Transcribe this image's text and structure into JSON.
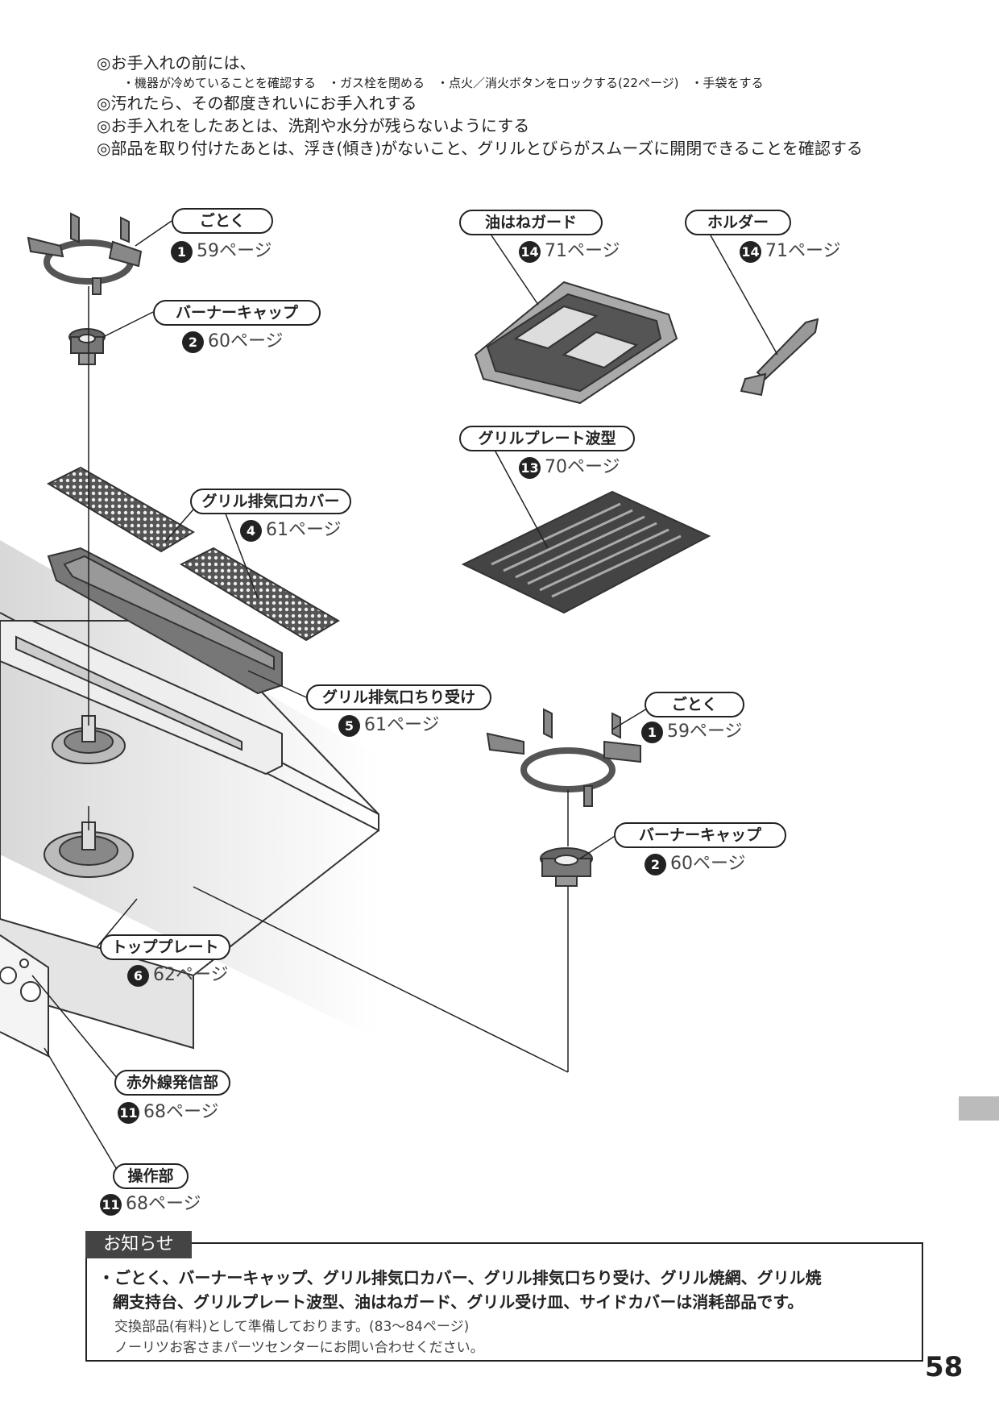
{
  "intro": {
    "line1": "◎お手入れの前には、",
    "line2": "・機器が冷めていることを確認する　・ガス栓を閉める　・点火／消火ボタンをロックする(22ページ)　・手袋をする",
    "line3": "◎汚れたら、その都度きれいにお手入れする",
    "line4": "◎お手入れをしたあとは、洗剤や水分が残らないようにする",
    "line5": "◎部品を取り付けたあとは、浮き(傾き)がないこと、グリルとびらがスムーズに開閉できることを確認する"
  },
  "parts": {
    "gotoku_left": {
      "label": "ごとく",
      "num": "1",
      "ref": "59ページ"
    },
    "burner_cap_left": {
      "label": "バーナーキャップ",
      "num": "2",
      "ref": "60ページ"
    },
    "abura_guard": {
      "label": "油はねガード",
      "num": "14",
      "ref": "71ページ"
    },
    "holder": {
      "label": "ホルダー",
      "num": "14",
      "ref": "71ページ"
    },
    "grill_plate": {
      "label": "グリルプレート波型",
      "num": "13",
      "ref": "70ページ"
    },
    "exhaust_cover": {
      "label": "グリル排気口カバー",
      "num": "4",
      "ref": "61ページ"
    },
    "exhaust_tray": {
      "label": "グリル排気口ちり受け",
      "num": "5",
      "ref": "61ページ"
    },
    "gotoku_right": {
      "label": "ごとく",
      "num": "1",
      "ref": "59ページ"
    },
    "burner_cap_right": {
      "label": "バーナーキャップ",
      "num": "2",
      "ref": "60ページ"
    },
    "top_plate": {
      "label": "トッププレート",
      "num": "6",
      "ref": "62ページ"
    },
    "infrared": {
      "label": "赤外線発信部",
      "num": "11",
      "ref": "68ページ"
    },
    "control": {
      "label": "操作部",
      "num": "11",
      "ref": "68ページ"
    }
  },
  "notice": {
    "title": "お知らせ",
    "bullet1": "・ごとく、バーナーキャップ、グリル排気口カバー、グリル排気口ちり受け、グリル焼網、グリル焼",
    "bullet2": "網支持台、グリルプレート波型、油はねガード、グリル受け皿、サイドカバーは消耗部品です。",
    "sub1": "交換部品(有料)として準備しております。(83〜84ページ)",
    "sub2": "ノーリツお客さまパーツセンターにお問い合わせください。"
  },
  "page_number": "58"
}
